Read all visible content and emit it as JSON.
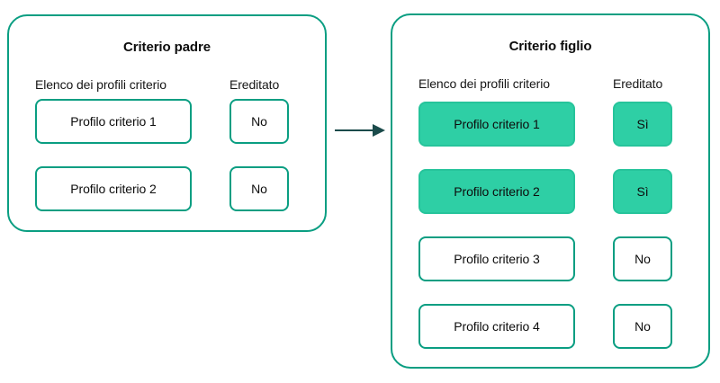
{
  "diagram": {
    "title_semantic": "criterion-inheritance-diagram",
    "colors": {
      "border_teal": "#0a9e82",
      "fill_green": "#2ecfa5",
      "text_dark": "#0d0d0d",
      "arrow": "#1b4b4b",
      "background": "#ffffff"
    },
    "connector": {
      "name": "inheritance-arrow",
      "direction": "left-to-right",
      "label": ""
    }
  },
  "parent_panel": {
    "title": "Criterio padre",
    "headers": {
      "profiles": "Elenco dei profili criterio",
      "inherited": "Ereditato"
    },
    "rows": [
      {
        "profile": "Profilo criterio 1",
        "inherited": "No",
        "is_inherited": false
      },
      {
        "profile": "Profilo criterio 2",
        "inherited": "No",
        "is_inherited": false
      }
    ]
  },
  "child_panel": {
    "title": "Criterio figlio",
    "headers": {
      "profiles": "Elenco dei profili criterio",
      "inherited": "Ereditato"
    },
    "rows": [
      {
        "profile": "Profilo criterio 1",
        "inherited": "Sì",
        "is_inherited": true
      },
      {
        "profile": "Profilo criterio 2",
        "inherited": "Sì",
        "is_inherited": true
      },
      {
        "profile": "Profilo criterio 3",
        "inherited": "No",
        "is_inherited": false
      },
      {
        "profile": "Profilo criterio 4",
        "inherited": "No",
        "is_inherited": false
      }
    ]
  }
}
